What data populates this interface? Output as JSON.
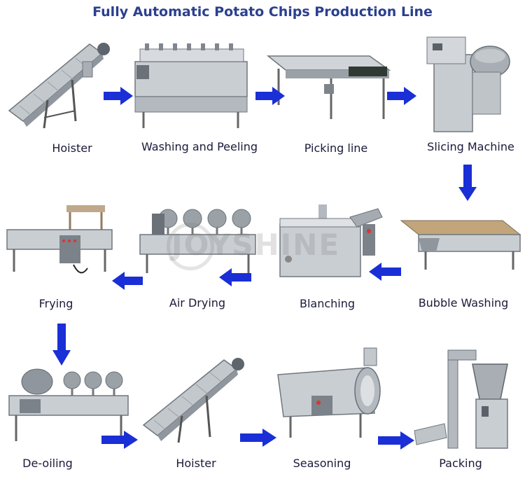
{
  "title": "Fully Automatic Potato Chips Production Line",
  "watermark": "JOYSHINE",
  "steps": [
    {
      "label": "Hoister"
    },
    {
      "label": "Washing and Peeling"
    },
    {
      "label": "Picking line"
    },
    {
      "label": "Slicing Machine"
    },
    {
      "label": "Bubble Washing"
    },
    {
      "label": "Blanching"
    },
    {
      "label": "Air Drying"
    },
    {
      "label": "Frying"
    },
    {
      "label": "De-oiling"
    },
    {
      "label": "Hoister"
    },
    {
      "label": "Seasoning"
    },
    {
      "label": "Packing"
    }
  ],
  "colors": {
    "title": "#2b3f8f",
    "arrow": "#1a2fd6",
    "steel": "#b9bec4",
    "steel_dark": "#7d848b",
    "panel": "#8a9096"
  }
}
